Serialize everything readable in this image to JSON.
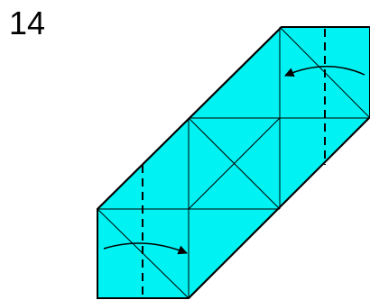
{
  "step": {
    "number": "14"
  },
  "colors": {
    "paper_fill": "#00F2F2",
    "outline": "#000000",
    "crease": "#000000",
    "background": "#FFFFFF"
  },
  "folds": {
    "top_right": {
      "line": "valley",
      "arrow_direction": "left"
    },
    "bottom_left": {
      "line": "valley",
      "arrow_direction": "right"
    }
  }
}
